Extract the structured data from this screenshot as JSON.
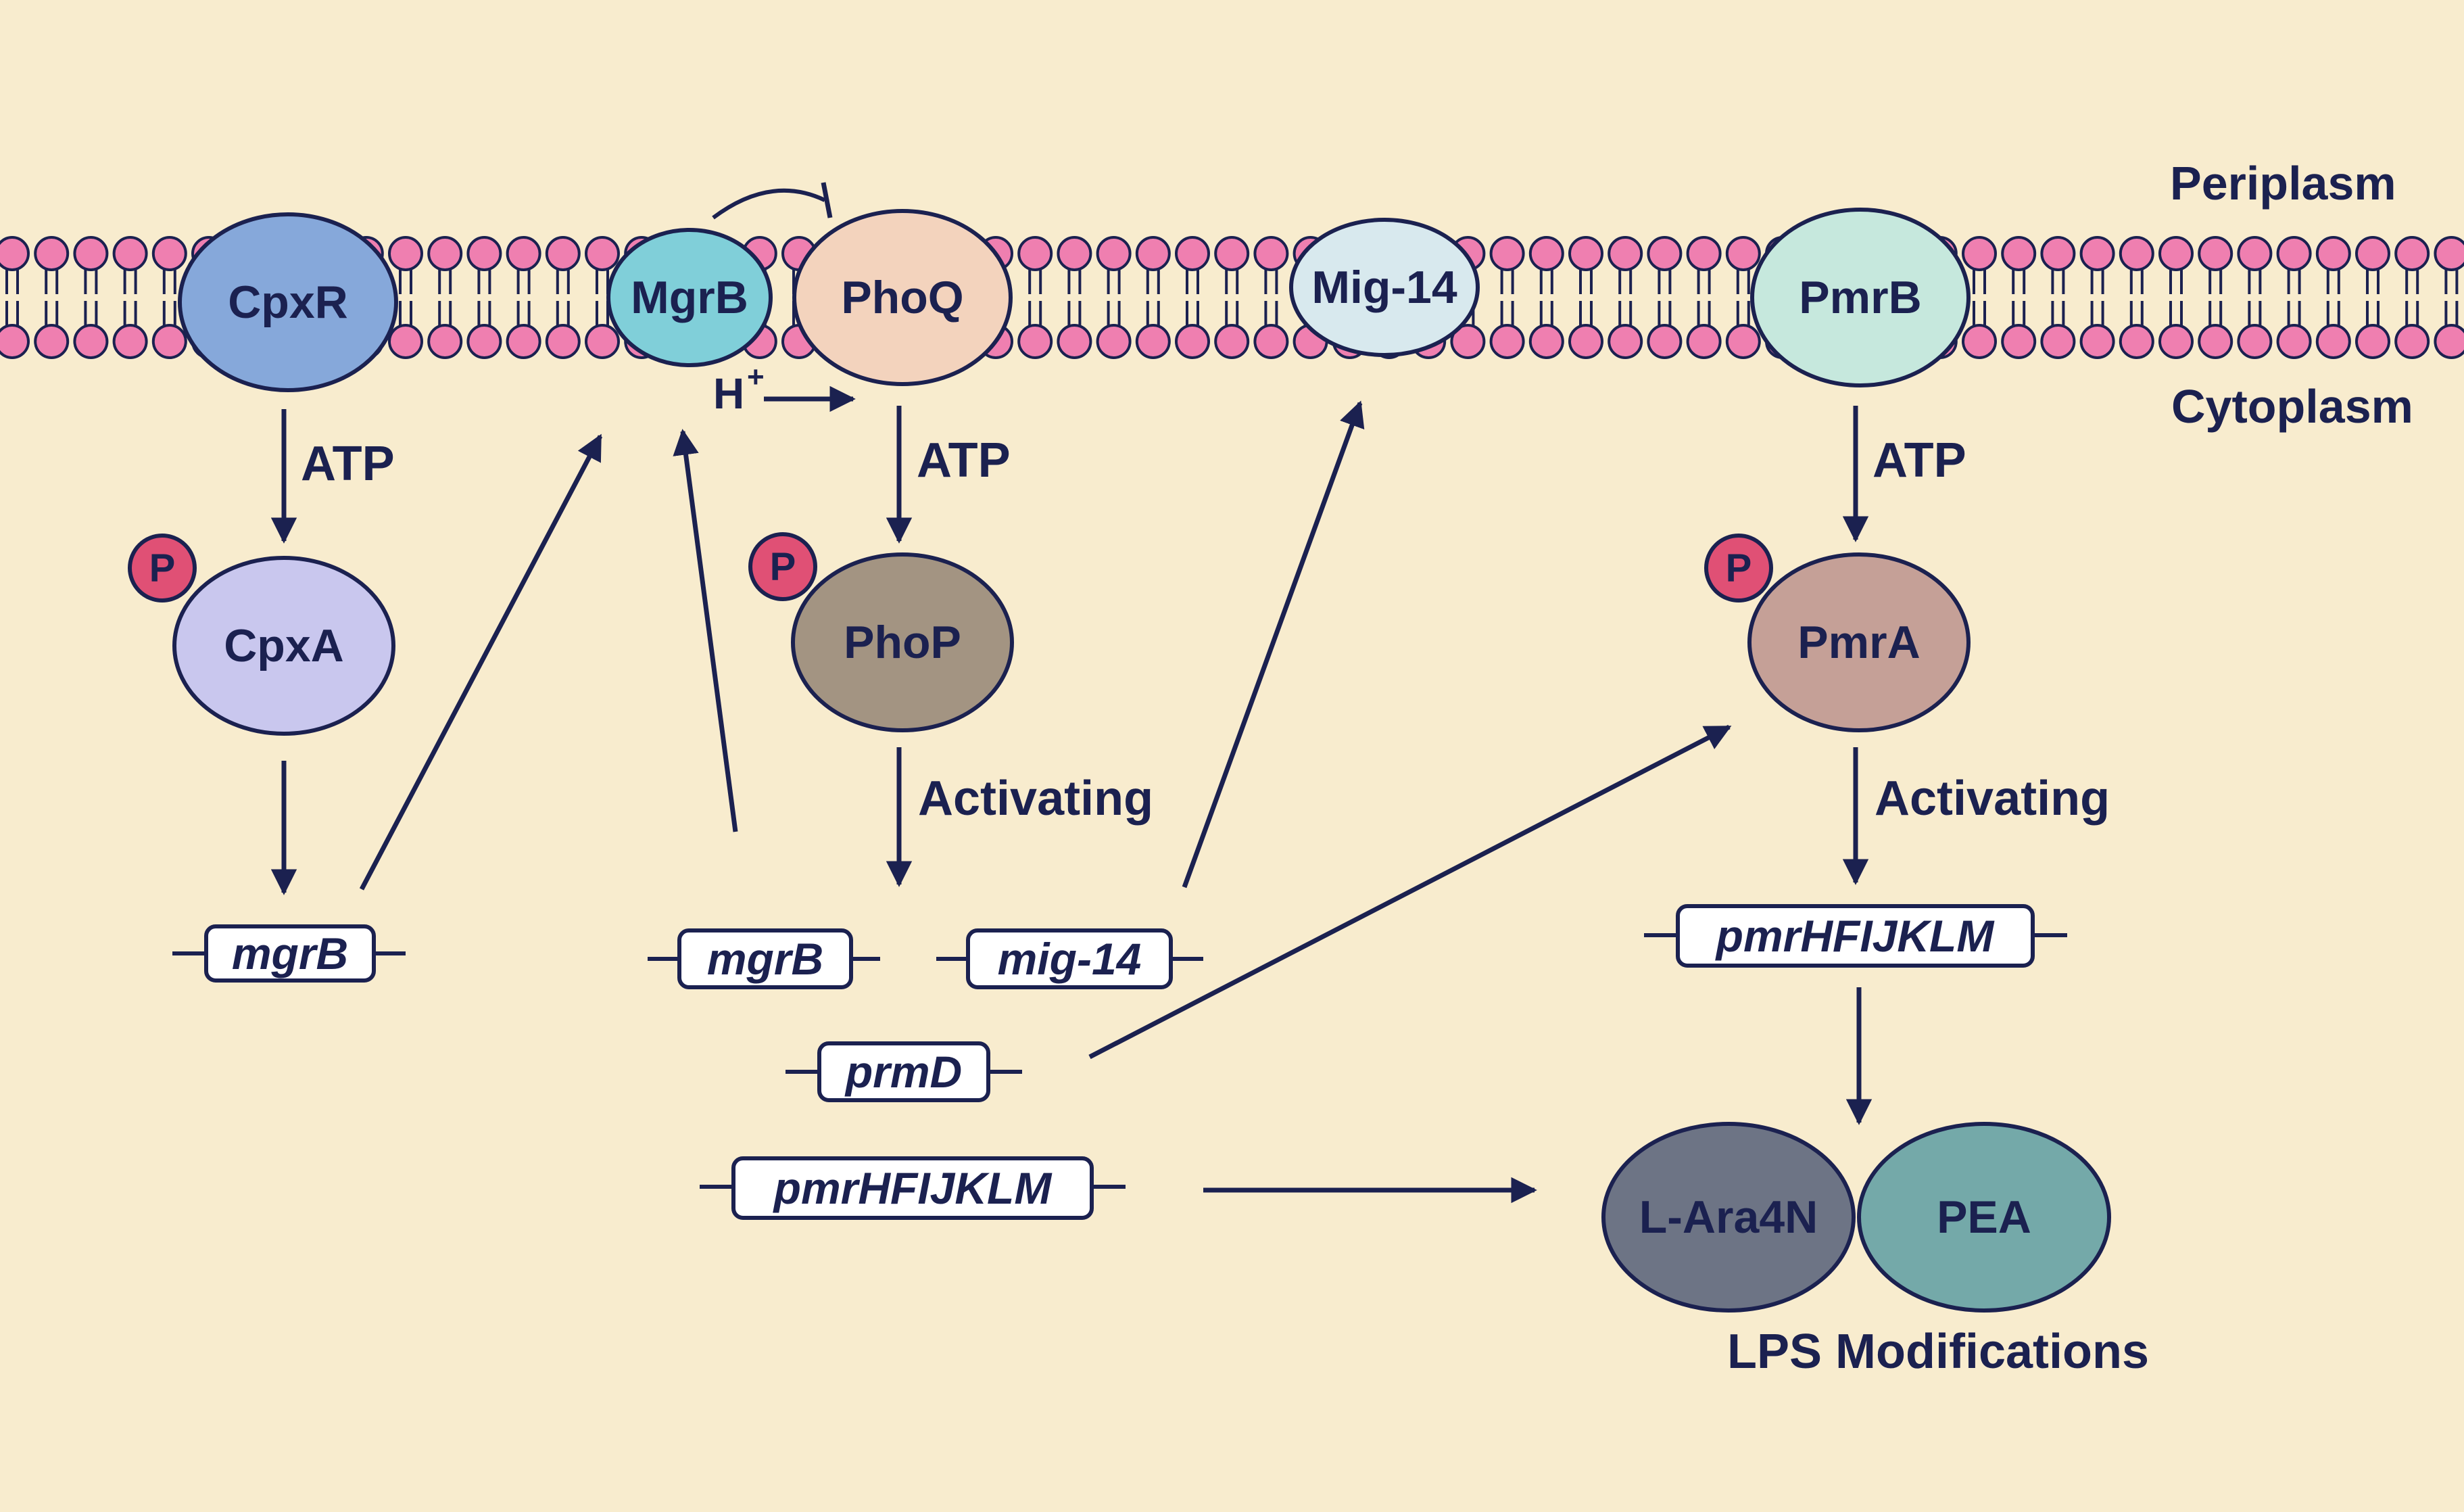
{
  "compartments": {
    "top": "Periplasm",
    "bottom": "Cytoplasm"
  },
  "proteins": {
    "cpxr": {
      "label": "CpxR",
      "color": "#86a8da"
    },
    "mgrb": {
      "label": "MgrB",
      "color": "#80cfd9"
    },
    "phoq": {
      "label": "PhoQ",
      "color": "#f3d3bd"
    },
    "mig14": {
      "label": "Mig-14",
      "color": "#d8e9ee"
    },
    "pmrb": {
      "label": "PmrB",
      "color": "#c6e8dd"
    },
    "cpxa": {
      "label": "CpxA",
      "color": "#c9c7ee"
    },
    "phop": {
      "label": "PhoP",
      "color": "#a39482"
    },
    "pmra": {
      "label": "PmrA",
      "color": "#c5a097"
    },
    "lara4n": {
      "label": "L-Ara4N",
      "color": "#6d7485"
    },
    "pea": {
      "label": "PEA",
      "color": "#74a9a9"
    }
  },
  "phospho_label": "P",
  "proton": {
    "symbol": "H",
    "charge": "+"
  },
  "arrow_labels": {
    "cpx_atp": "ATP",
    "pho_atp": "ATP",
    "pmr_atp": "ATP",
    "pho_activating": "Activating",
    "pmr_activating": "Activating"
  },
  "genes": {
    "mgrb_cpx": "mgrB",
    "mgrb_pho": "mgrB",
    "mig14": "mig-14",
    "prmd": "prmD",
    "pmr_pho": "pmrHFIJKLM",
    "pmr_pmra": "pmrHFIJKLM"
  },
  "outcome_label": "LPS Modifications",
  "colors": {
    "background": "#f8ecce",
    "lipid_head": "#ef7fb0",
    "ink": "#1b2150",
    "phospho": "#e05075"
  }
}
